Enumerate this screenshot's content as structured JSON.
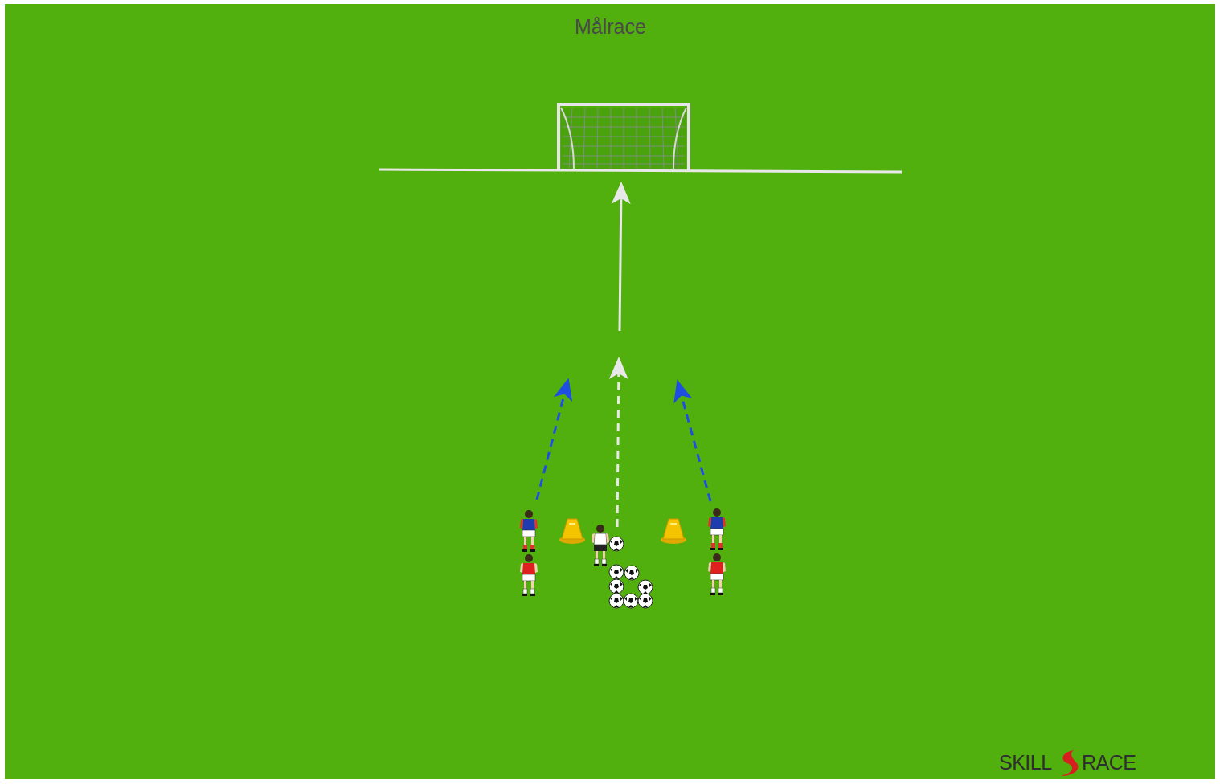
{
  "diagram": {
    "title": "Målrace",
    "labels": [
      "SKILL",
      "RACE"
    ]
  }
}
